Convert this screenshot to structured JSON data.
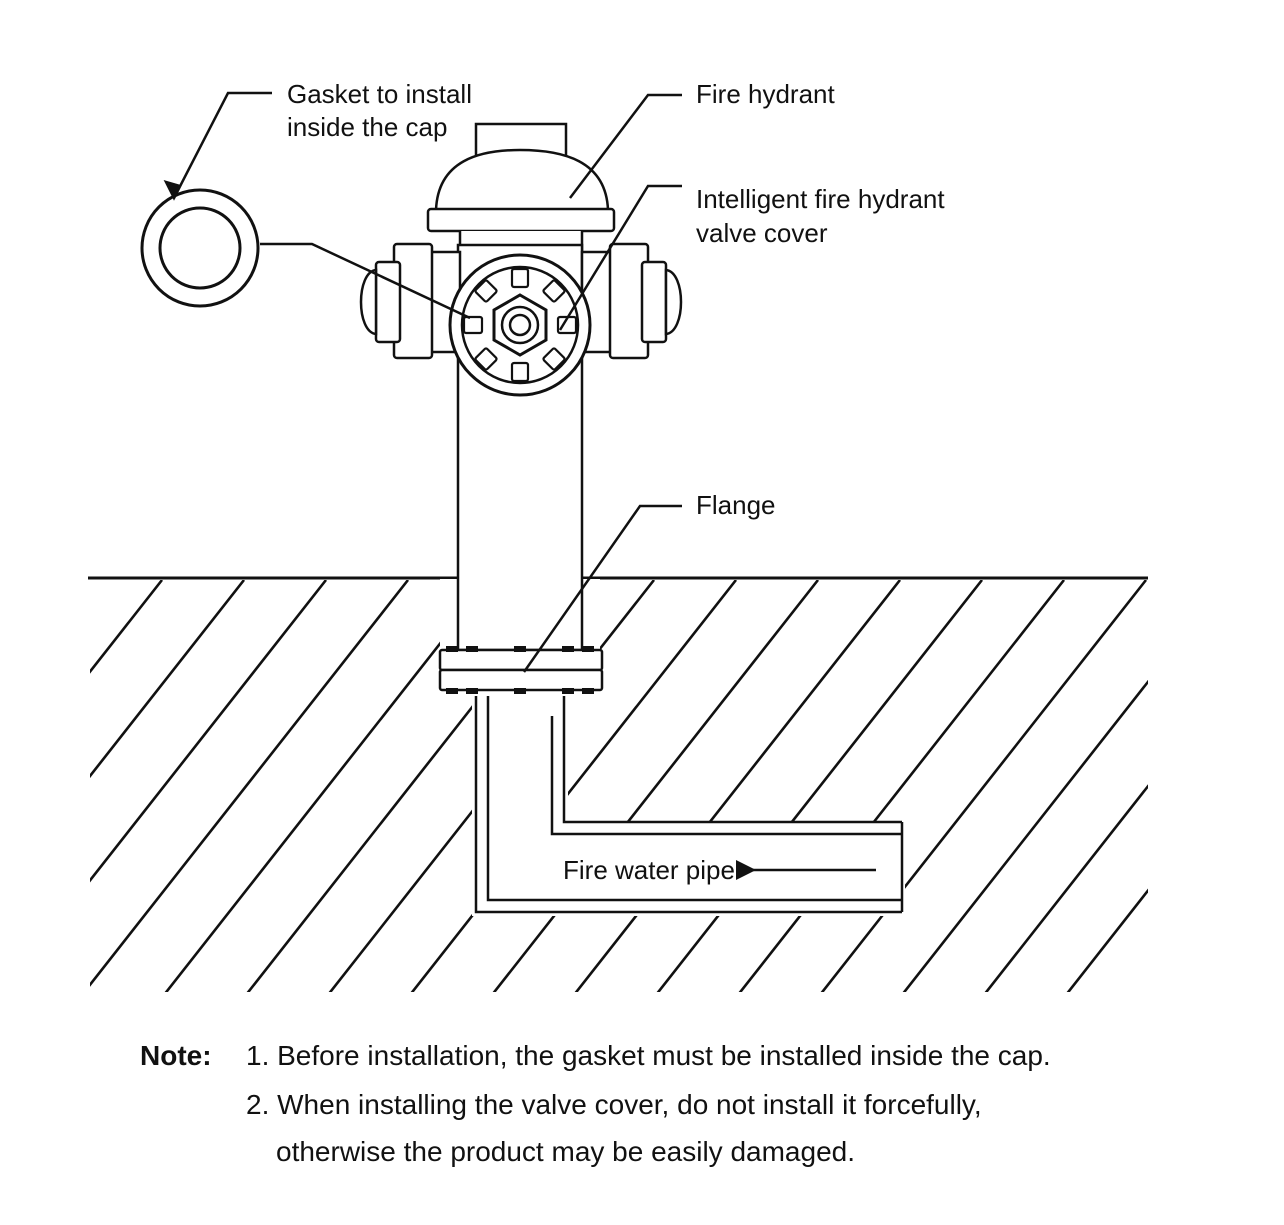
{
  "labels": {
    "gasket_line1": "Gasket to install",
    "gasket_line2": "inside the cap",
    "fire_hydrant": "Fire hydrant",
    "valve_cover_line1": "Intelligent fire hydrant",
    "valve_cover_line2": "valve cover",
    "flange": "Flange",
    "fire_water_pipe": "Fire water pipe"
  },
  "notes": {
    "heading": "Note:",
    "item1": "1. Before installation, the gasket must be installed inside the cap.",
    "item2_line1": "2. When installing the valve cover, do not install it forcefully,",
    "item2_line2": "otherwise the product may be easily damaged."
  },
  "colors": {
    "line": "#111111",
    "background": "#ffffff"
  }
}
